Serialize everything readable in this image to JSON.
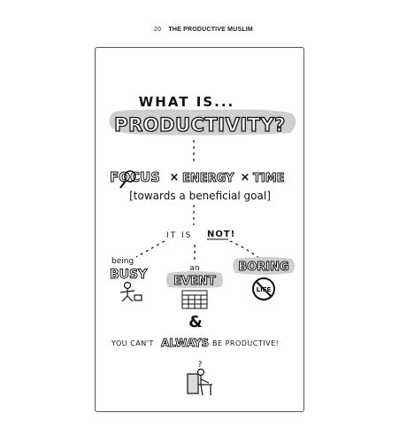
{
  "header": {
    "page_number": "20",
    "book_title": "THE PRODUCTIVE MUSLIM"
  },
  "illustration": {
    "title_top": "WHAT IS...",
    "title_main": "PRODUCTIVITY?",
    "formula": {
      "focus": "FOCUS",
      "times1": "×",
      "energy": "ENERGY",
      "times2": "×",
      "time": "TIME"
    },
    "goal": "[towards a beneficial goal]",
    "it_is": "IT IS",
    "not": "NOT!",
    "items": {
      "busy_small": "being",
      "busy": "BUSY",
      "event_small": "an",
      "event": "EVENT",
      "boring": "BORING",
      "life": "LIFE"
    },
    "ampersand": "&",
    "footer_pre": "YOU CAN'T",
    "footer_emph": "ALWAYS",
    "footer_post": "BE PRODUCTIVE!",
    "question_mark": "?"
  }
}
